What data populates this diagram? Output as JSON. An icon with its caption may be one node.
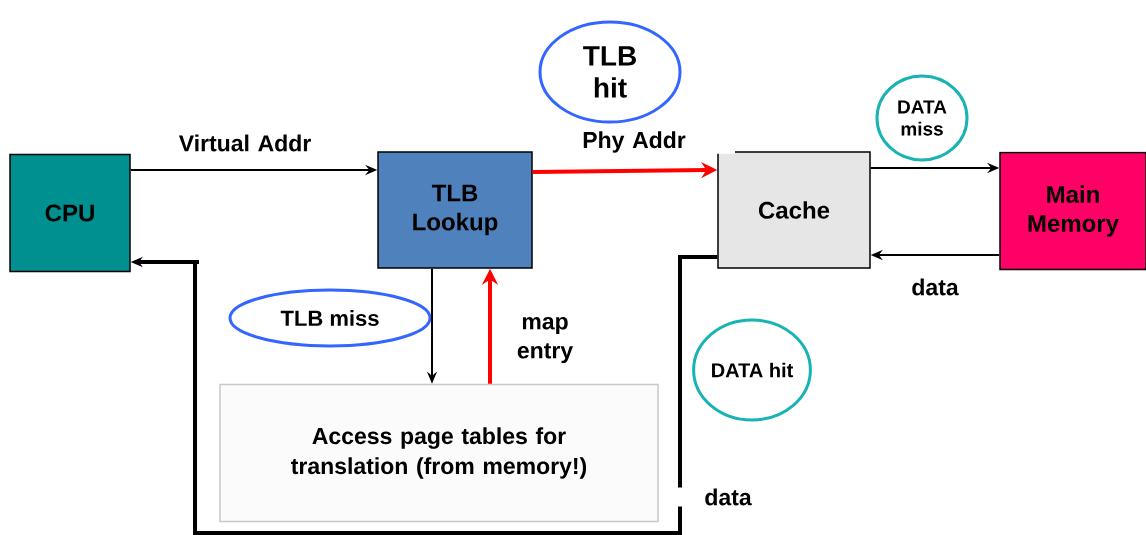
{
  "diagram": {
    "nodes": [
      {
        "text": [
          "CPU"
        ]
      },
      {
        "text": [
          "TLB Lookup"
        ]
      },
      {
        "text": [
          "Cache"
        ]
      },
      {
        "text": [
          "Main Memory"
        ]
      },
      {
        "text": [
          "Access page tables for translation (from memory!)"
        ]
      },
      {
        "text": [
          "TLB",
          "hit"
        ]
      },
      {
        "text": [
          "TLB",
          "miss"
        ]
      },
      {
        "text": [
          "DATA",
          "miss"
        ]
      },
      {
        "text": [
          "DATA hit"
        ]
      }
    ],
    "edges": [
      {
        "from": 0,
        "to": 1,
        "arrow": "to",
        "label": "Virtual Addr"
      },
      {
        "from": 1,
        "to": 2,
        "arrow": "to",
        "label": "Phy Addr",
        "style": "thick",
        "color": "#ff0000"
      },
      {
        "from": 2,
        "to": 3,
        "arrow": "to"
      },
      {
        "from": 3,
        "to": 2,
        "arrow": "to",
        "label": "data"
      },
      {
        "from": 1,
        "to": 4,
        "arrow": "to"
      },
      {
        "from": 4,
        "to": 1,
        "arrow": "to",
        "label": "map entry",
        "style": "thick",
        "color": "#ff0000"
      },
      {
        "from": 2,
        "to": 0,
        "arrow": "to",
        "label": "data",
        "style": "thick"
      }
    ]
  }
}
